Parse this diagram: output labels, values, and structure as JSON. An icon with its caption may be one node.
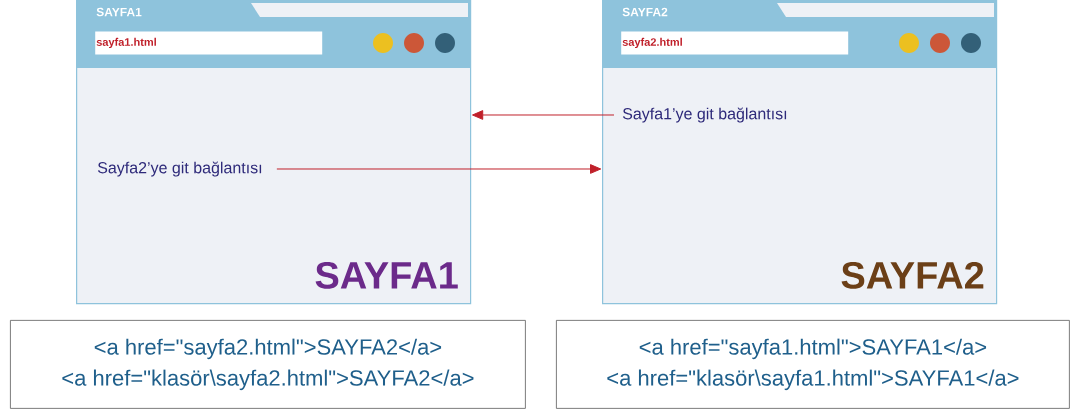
{
  "diagram": {
    "nodes": [
      {
        "text": [
          "SAYFA1",
          "sayfa1.html",
          "SAYFA1"
        ]
      },
      {
        "text": [
          "Sayfa2’ye git bağlantısı"
        ],
        "in": 0
      },
      {
        "text": [
          "SAYFA2",
          "sayfa2.html",
          "SAYFA2"
        ]
      },
      {
        "text": [
          "Sayfa1’ye git bağlantısı"
        ],
        "in": 2
      },
      {
        "text": [
          "<a href=\"sayfa2.html\">SAYFA2</a>",
          "<a href=\"klasör\\sayfa2.html\">SAYFA2</a>"
        ]
      },
      {
        "text": [
          "<a href=\"sayfa1.html\">SAYFA1</a>",
          "<a href=\"klasör\\sayfa1.html\">SAYFA1</a>"
        ]
      }
    ],
    "edges": [
      {
        "from": 3,
        "to": 0,
        "arrow": "to"
      },
      {
        "from": 1,
        "to": 2,
        "arrow": "to"
      }
    ]
  }
}
